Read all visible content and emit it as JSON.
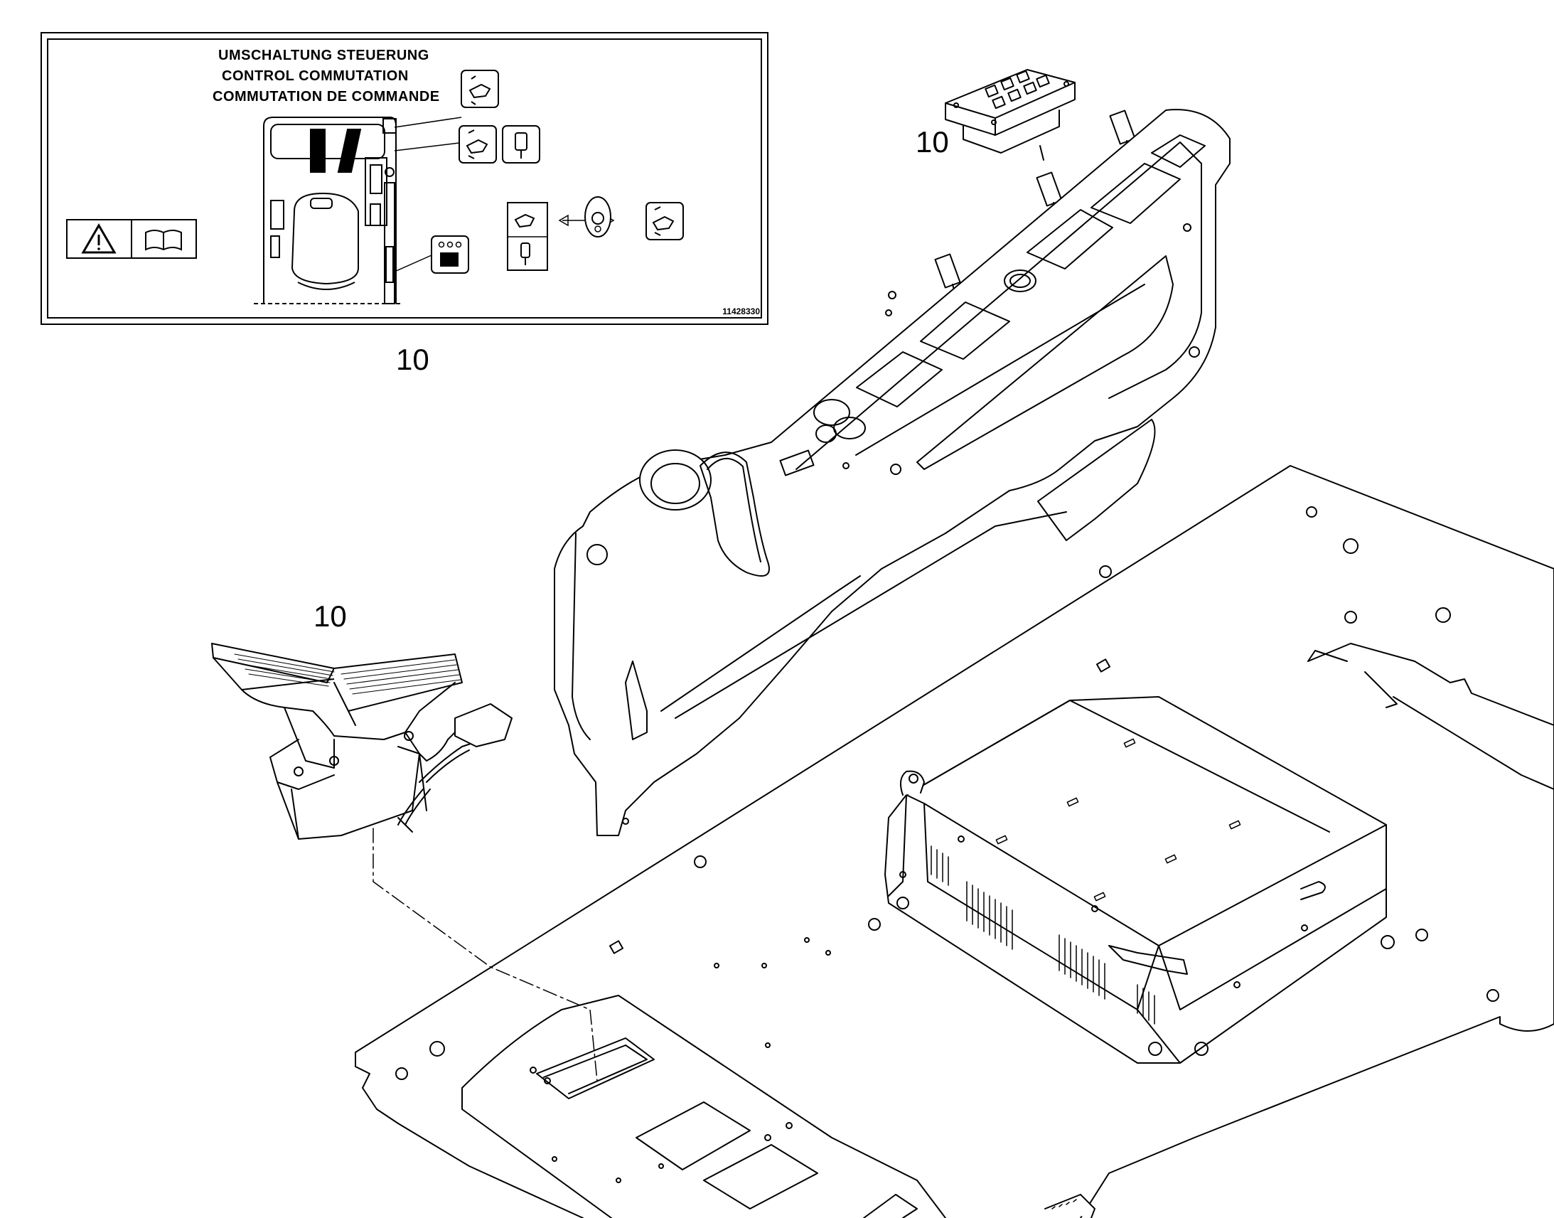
{
  "label": {
    "title_de": "UMSCHALTUNG STEUERUNG",
    "title_en": "CONTROL COMMUTATION",
    "title_fr": "COMMUTATION DE COMMANDE",
    "part_code": "11428330",
    "icons": [
      "warning-triangle-icon",
      "manual-book-icon",
      "hand-lever-icon",
      "joystick-icon",
      "switch-panel-icon",
      "arrow-left-right-icon"
    ]
  },
  "callouts": {
    "label_callout": "10",
    "switch_callout": "10",
    "pedal_callout": "10"
  }
}
